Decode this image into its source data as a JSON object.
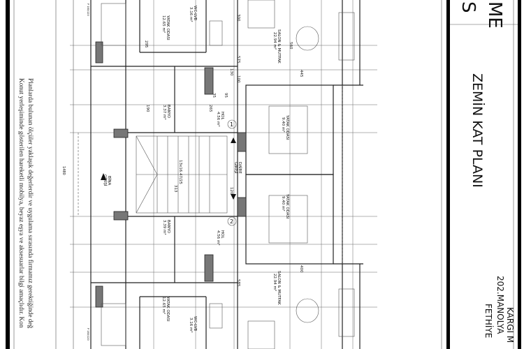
{
  "title_block": {
    "title": "ZEMİN KAT PLANI",
    "top_fragment_1": "ME",
    "top_fragment_2": "S",
    "project_line_1": "KARGI M",
    "project_line_2": "202.MANOLYA",
    "project_line_3": "FETHİYE"
  },
  "note": {
    "line_1": "Planlarda bulunan ölçüler yaklaşık değerlerdir ve uygulama sırasında firmamız gerektiğinde değ",
    "line_2": "Konut yerleşiminde gösterilen hareketli mobilya, beyaz eşya ve aksesuarlar bilgi amaçlıdır. Kon"
  },
  "overall_dimension": "1480",
  "building_entrance": {
    "line_1": "BİNA",
    "line_2": "GİRİŞİ"
  },
  "stair_label": "13x16.47/25",
  "unit_entrance": {
    "line_1": "DAİRE",
    "line_2": "GİRİŞİ"
  },
  "units": [
    {
      "number": "1",
      "rooms": [
        {
          "name": "YATAK ODASI",
          "area": "12.65 m²"
        },
        {
          "name": "WC-LVB",
          "area": "3.16 m²"
        },
        {
          "name": "SALON & MUTFAK",
          "area": "22.94 m²"
        },
        {
          "name": "YATAK ODASI",
          "area": "9.40 m²"
        },
        {
          "name": "HOL",
          "area": "4.56 m²"
        },
        {
          "name": "BANYO",
          "area": "3.37 m²"
        }
      ]
    },
    {
      "number": "2",
      "rooms": [
        {
          "name": "YATAK ODASI",
          "area": "12.65 m²"
        },
        {
          "name": "WC-LVB",
          "area": "3.16 m²"
        },
        {
          "name": "SALON & MUTFAK",
          "area": "22.94 m²"
        },
        {
          "name": "YATAK ODASI",
          "area": "9.40 m²"
        },
        {
          "name": "HOL",
          "area": "4.56 m²"
        },
        {
          "name": "BANYO",
          "area": "3.39 m²"
        }
      ]
    }
  ],
  "dimensions": [
    "295",
    "300",
    "575",
    "445",
    "560",
    "400",
    "130",
    "100",
    "190",
    "265",
    "313",
    "120",
    "585",
    "95",
    "35"
  ],
  "window_label": "P 180/120"
}
